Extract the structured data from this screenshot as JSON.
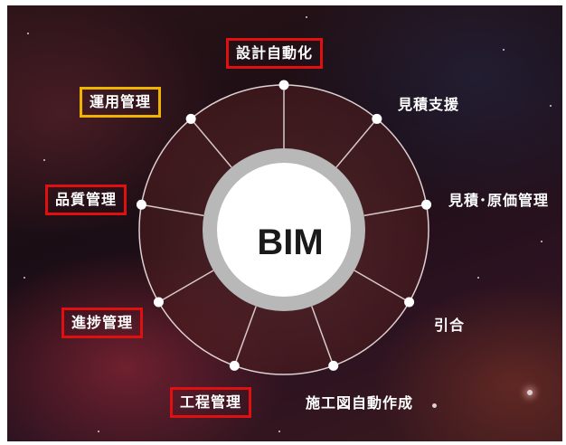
{
  "center": {
    "label": "BIM"
  },
  "nodes": [
    {
      "id": "design-automation",
      "label": "設計自動化",
      "highlight": "red"
    },
    {
      "id": "estimate-support",
      "label": "見積支援",
      "highlight": "none"
    },
    {
      "id": "estimate-cost-management",
      "label": "見積･原価管理",
      "highlight": "none"
    },
    {
      "id": "inquiry",
      "label": "引合",
      "highlight": "none"
    },
    {
      "id": "construction-drawing-automation",
      "label": "施工図自動作成",
      "highlight": "none"
    },
    {
      "id": "process-management",
      "label": "工程管理",
      "highlight": "red"
    },
    {
      "id": "progress-management",
      "label": "進捗管理",
      "highlight": "red"
    },
    {
      "id": "quality-management",
      "label": "品質管理",
      "highlight": "red"
    },
    {
      "id": "operations-management",
      "label": "運用管理",
      "highlight": "yellow"
    }
  ],
  "colors": {
    "highlight_red": "#e01010",
    "highlight_yellow": "#f0b400",
    "ring_stroke": "#e8dcdc",
    "center_fill": "#ffffff",
    "center_ring": "#b8b8b8"
  }
}
